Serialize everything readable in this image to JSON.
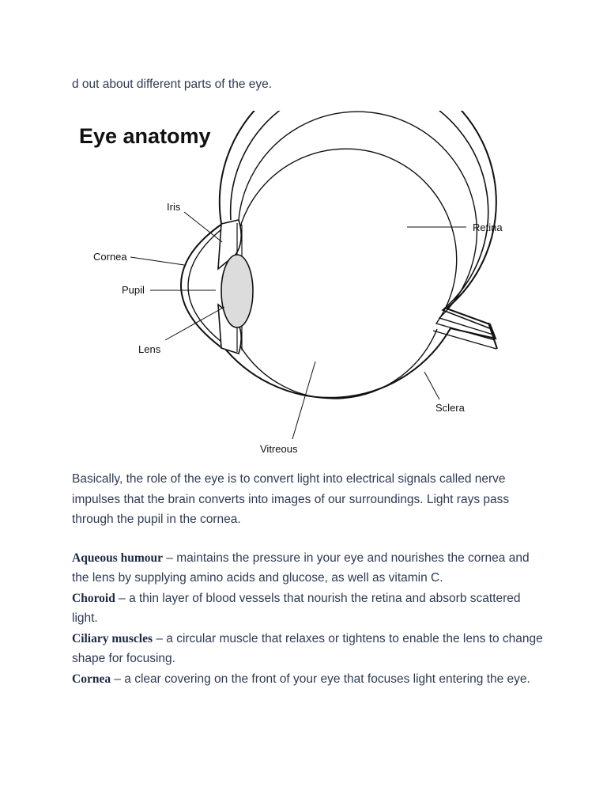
{
  "intro": "d out about different parts of the eye.",
  "figure": {
    "title": "Eye anatomy",
    "labels": {
      "iris": "Iris",
      "cornea": "Cornea",
      "pupil": "Pupil",
      "lens": "Lens",
      "retina": "Retina",
      "sclera": "Sclera",
      "vitreous": "Vitreous"
    }
  },
  "paragraph": "Basically, the role of the eye is to convert light into electrical signals called nerve impulses that the brain converts into images of our surroundings. Light rays pass through the pupil in the cornea.",
  "definitions": [
    {
      "term": "Aqueous humour",
      "text": " – maintains the pressure in your eye and nourishes the cornea and the lens by supplying amino acids and glucose, as well as vitamin C."
    },
    {
      "term": "Choroid",
      "text": " – a thin layer of blood vessels that nourish the retina and absorb scattered light."
    },
    {
      "term": "Ciliary muscles",
      "text": " – a circular muscle that relaxes or tightens to enable the lens to change shape for focusing."
    },
    {
      "term": "Cornea",
      "text": " – a clear covering on the front of your eye that focuses light entering the eye."
    }
  ]
}
